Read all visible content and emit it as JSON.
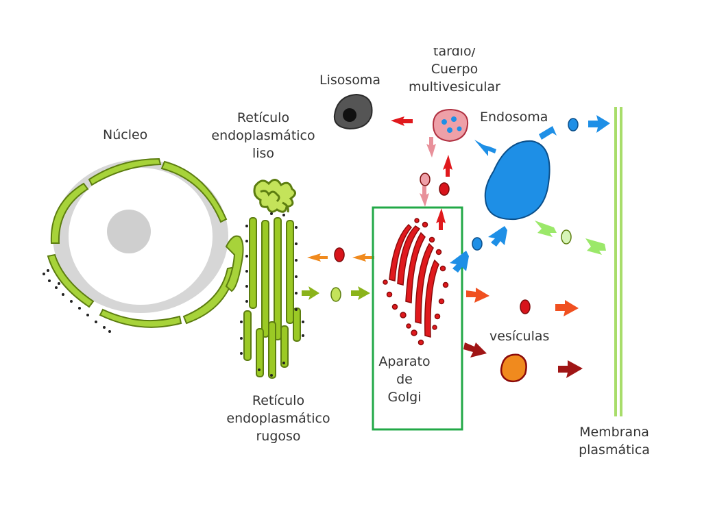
{
  "labels": {
    "nucleus": "Núcleo",
    "smooth_er": [
      "Retículo",
      "endoplasmático",
      "liso"
    ],
    "rough_er": [
      "Retículo",
      "endoplasmático",
      "rugoso"
    ],
    "golgi": [
      "Aparato",
      "de",
      "Golgi"
    ],
    "lysosome": "Lisosoma",
    "late_endosome": [
      "tardío/",
      "Cuerpo",
      "multivesicular"
    ],
    "endosome": "Endosoma",
    "vesicles": "vesículas",
    "membrane": [
      "Membrana",
      "plasmática"
    ]
  },
  "colors": {
    "er_green": "#8bc21a",
    "er_dark": "#5c7d10",
    "golgi_red": "#e0191d",
    "endosome_blue": "#1e8fe6",
    "lysosome_gray": "#444444",
    "orange_arrow": "#f08a1e",
    "light_green_arrow": "#9be86a",
    "pink_arrow": "#e8909a",
    "dark_red_arrow": "#a01515",
    "highlight_box": "#22a847",
    "membrane_green": "#a8dd6a"
  }
}
